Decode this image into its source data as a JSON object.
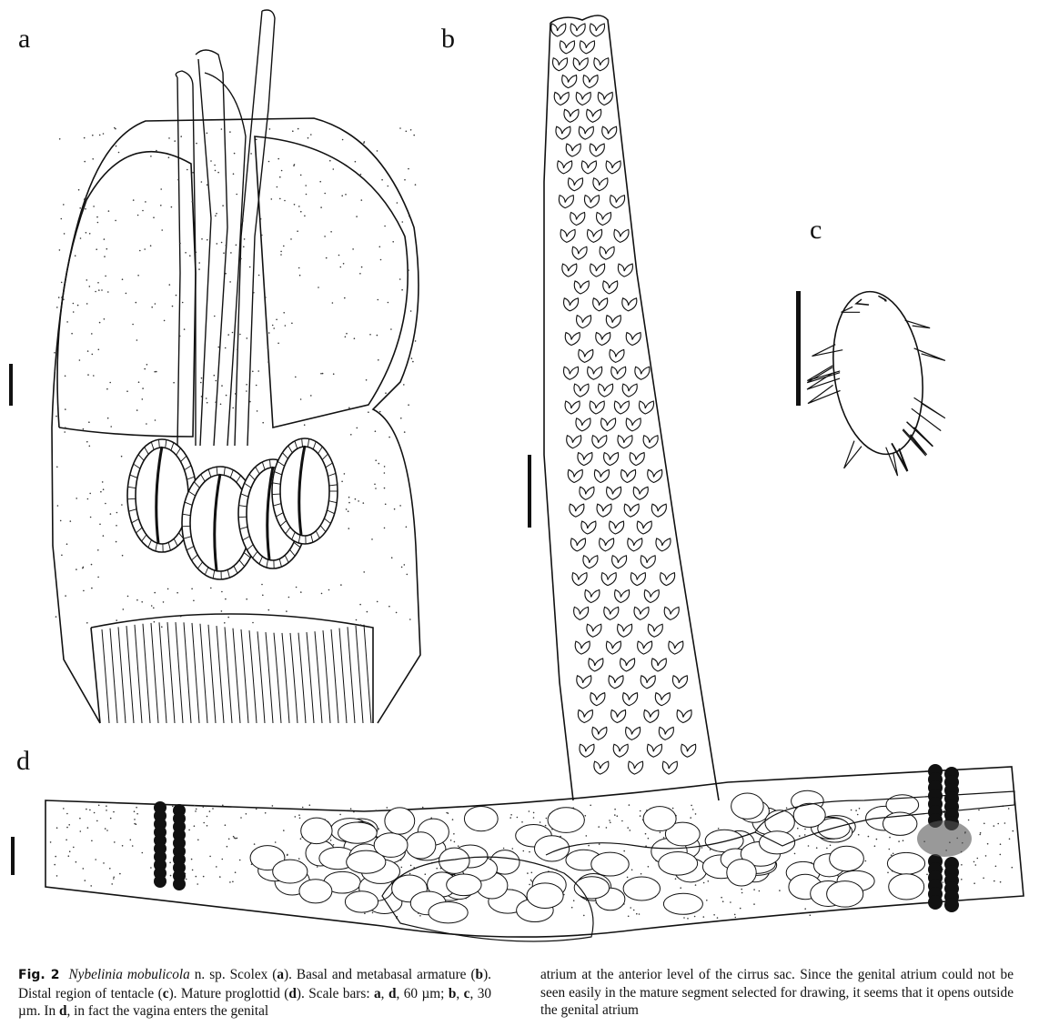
{
  "panels": {
    "a": "a",
    "b": "b",
    "c": "c",
    "d": "d"
  },
  "caption": {
    "fig_label": "Fig. 2",
    "species": "Nybelinia mobulicola",
    "t1": " n. sp. Scolex (",
    "a1": "a",
    "t2": "). Basal and metabasal armature (",
    "b1": "b",
    "t3": "). Distal region of tentacle (",
    "c1": "c",
    "t4": "). Mature proglottid (",
    "d1": "d",
    "t5": "). Scale bars: ",
    "a2": "a",
    "t6": ", ",
    "d2": "d",
    "t7": ", 60 µm; ",
    "b2": "b",
    "t8": ", ",
    "c2": "c",
    "t9": ", 30 µm. In ",
    "d3": "d",
    "t10": ", in fact the vagina enters the genital",
    "right": "atrium at the anterior level of the cirrus sac. Since the genital atrium could not be seen easily in the mature segment selected for drawing, it seems that it opens outside the genital atrium"
  }
}
